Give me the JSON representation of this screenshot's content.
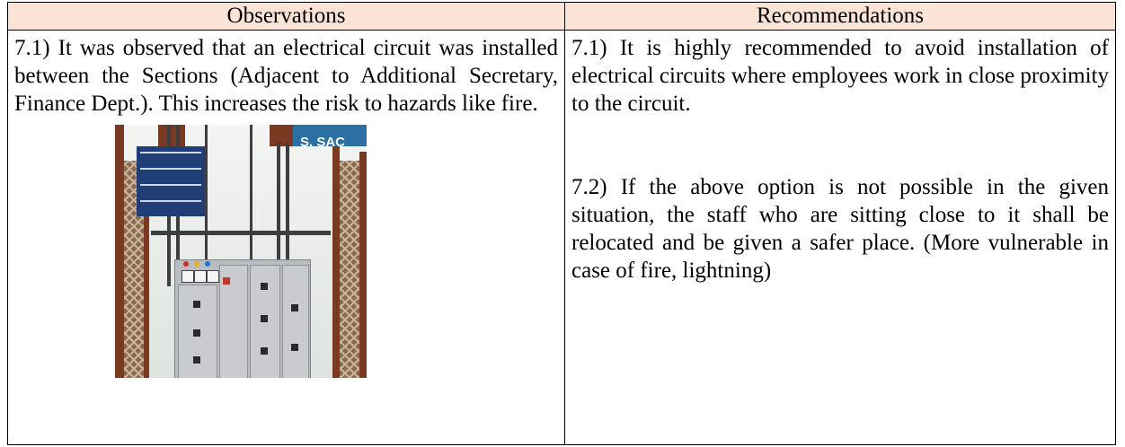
{
  "table": {
    "headers": [
      "Observations",
      "Recommendations"
    ],
    "header_bg": "#fbe4d5",
    "observation": {
      "text": "7.1) It was observed that an electrical circuit was installed between the Sections (Adjacent to Additional Secretary, Finance Dept.). This increases the risk to hazards like fire."
    },
    "recommendations": [
      "7.1) It is highly recommended to avoid installation of electrical circuits where employees work in close proximity to the circuit.",
      "7.2) If the above option is not possible in the given situation, the staff who are sitting close to it shall be relocated and be given a safer place. (More vulnerable in case of fire, lightning)"
    ]
  },
  "photo": {
    "sign_text": "S. SAC",
    "description_icon": "electrical-panel-photo"
  }
}
